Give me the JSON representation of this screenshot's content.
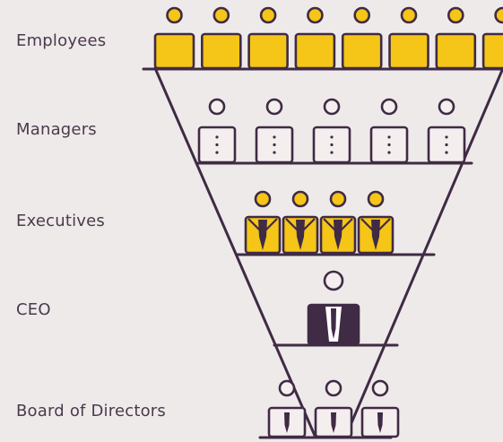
{
  "colors": {
    "background": "#efeaea",
    "ink": "#3f2b44",
    "accent": "#f5c518",
    "pale": "#f5eeee",
    "dark_suit": "#3f2b44",
    "label_text": "#4a3a4c"
  },
  "tiers": [
    {
      "label": "Employees",
      "count": 8,
      "style": "yellow-plain",
      "icon": "employee-icon"
    },
    {
      "label": "Managers",
      "count": 5,
      "style": "white-buttons",
      "icon": "manager-icon"
    },
    {
      "label": "Executives",
      "count": 4,
      "style": "yellow-tie",
      "icon": "executive-icon"
    },
    {
      "label": "CEO",
      "count": 1,
      "style": "dark-suit",
      "icon": "ceo-icon"
    },
    {
      "label": "Board of Directors",
      "count": 3,
      "style": "white-tie",
      "icon": "director-icon"
    }
  ]
}
